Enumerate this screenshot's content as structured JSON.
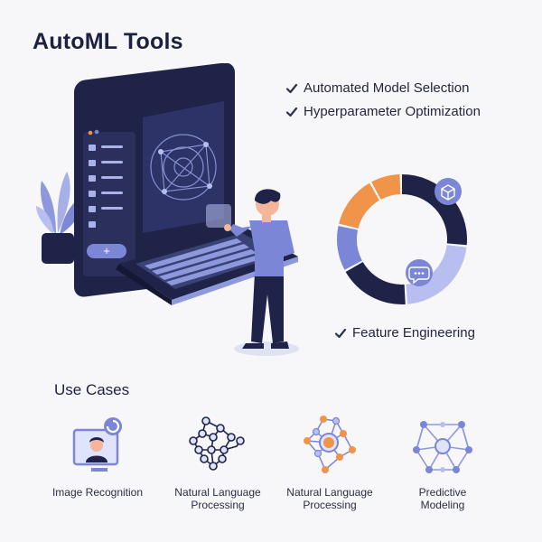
{
  "header": {
    "title": "AutoML Tools"
  },
  "features": [
    {
      "label": "Automated Model Selection"
    },
    {
      "label": "Hyperparameter Optimization"
    },
    {
      "label": "Feature Engineering"
    }
  ],
  "use_cases": {
    "title": "Use Cases",
    "items": [
      {
        "label": "Image Recognition",
        "icon": "image-recognition-icon"
      },
      {
        "label": "Natural Language\nProcessing",
        "icon": "network-nodes-icon"
      },
      {
        "label": "Natural Language\nProcessing",
        "icon": "orange-network-icon"
      },
      {
        "label": "Predictive\nModeling",
        "icon": "hexagon-network-icon"
      }
    ]
  },
  "colors": {
    "navy": "#1f2347",
    "periwinkle": "#7b86d6",
    "light_periwinkle": "#b8bff0",
    "orange": "#f0944a",
    "skin": "#f4b59a"
  }
}
